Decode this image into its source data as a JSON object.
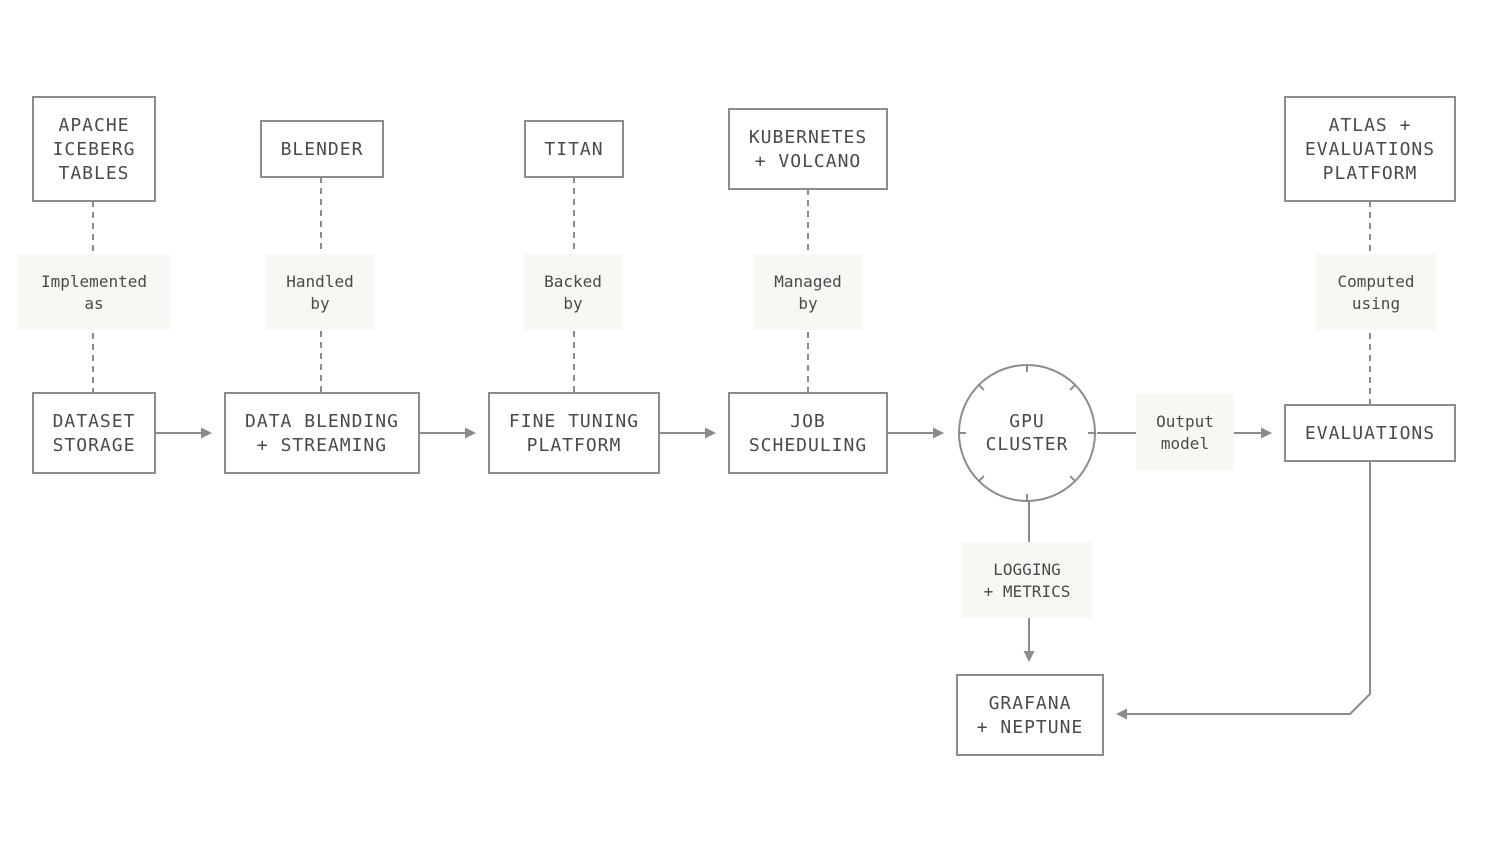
{
  "colors": {
    "stroke": "#8c8c8c",
    "text": "#4a4a4a",
    "label_bg": "#f8f7f3",
    "background": "#ffffff"
  },
  "nodes": {
    "apache_iceberg": [
      "APACHE",
      "ICEBERG",
      "TABLES"
    ],
    "blender": [
      "BLENDER"
    ],
    "titan": [
      "TITAN"
    ],
    "kubernetes": [
      "KUBERNETES",
      "+ VOLCANO"
    ],
    "atlas": [
      "ATLAS +",
      "EVALUATIONS",
      "PLATFORM"
    ],
    "dataset_storage": [
      "DATASET",
      "STORAGE"
    ],
    "data_blending": [
      "DATA BLENDING",
      "+ STREAMING"
    ],
    "fine_tuning": [
      "FINE TUNING",
      "PLATFORM"
    ],
    "job_scheduling": [
      "JOB",
      "SCHEDULING"
    ],
    "gpu_cluster": [
      "GPU",
      "CLUSTER"
    ],
    "evaluations": [
      "EVALUATIONS"
    ],
    "grafana": [
      "GRAFANA",
      "+ NEPTUNE"
    ]
  },
  "labels": {
    "implemented_as": [
      "Implemented",
      "as"
    ],
    "handled_by": [
      "Handled",
      "by"
    ],
    "backed_by": [
      "Backed",
      "by"
    ],
    "managed_by": [
      "Managed",
      "by"
    ],
    "computed_using": [
      "Computed",
      "using"
    ],
    "output_model": [
      "Output",
      "model"
    ],
    "logging_metrics": [
      "LOGGING",
      "+ METRICS"
    ]
  }
}
